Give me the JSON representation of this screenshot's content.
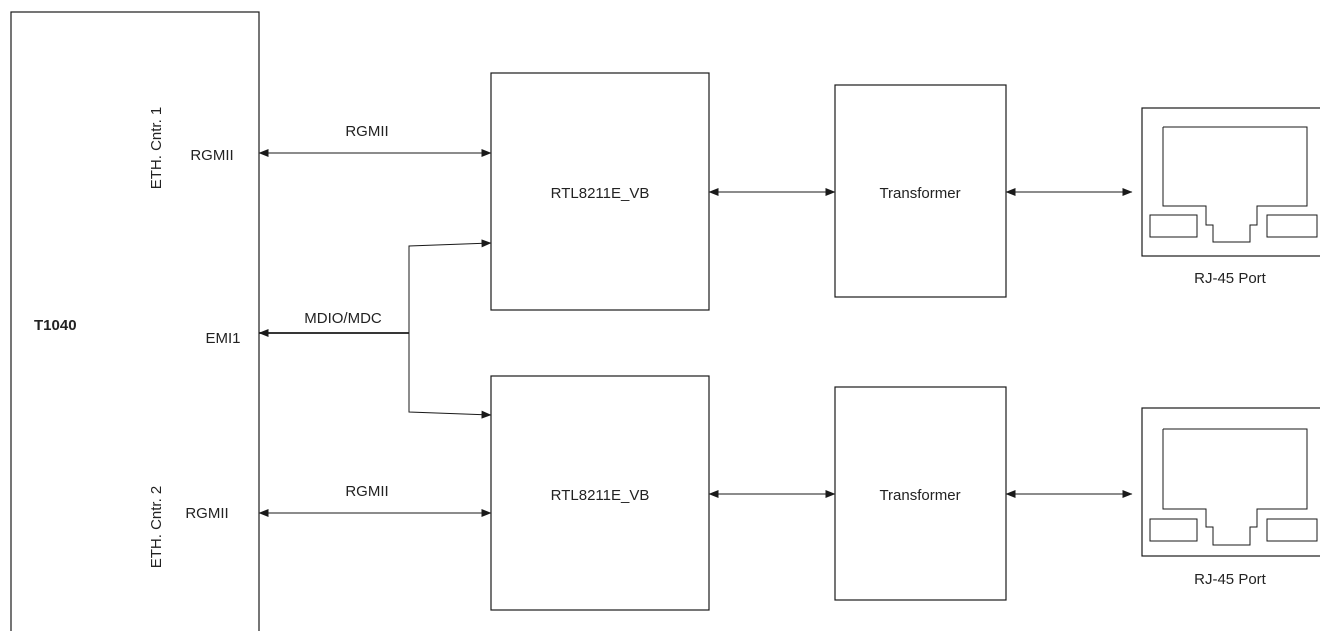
{
  "soc": {
    "name": "T1040",
    "controller_1": "ETH. Cntr. 1",
    "controller_2": "ETH. Cntr. 2",
    "port_rgmii_1": "RGMII",
    "port_emi": "EMI1",
    "port_rgmii_2": "RGMII"
  },
  "links": {
    "rgmii_top": "RGMII",
    "mdio": "MDIO/MDC",
    "rgmii_bottom": "RGMII"
  },
  "phys": [
    {
      "label": "RTL8211E_VB"
    },
    {
      "label": "RTL8211E_VB"
    }
  ],
  "transformers": [
    {
      "label": "Transformer"
    },
    {
      "label": "Transformer"
    }
  ],
  "ports": [
    {
      "label": "RJ-45 Port"
    },
    {
      "label": "RJ-45 Port"
    }
  ],
  "colors": {
    "line": "#1a1a1a",
    "text": "#222222",
    "background": "#ffffff"
  }
}
